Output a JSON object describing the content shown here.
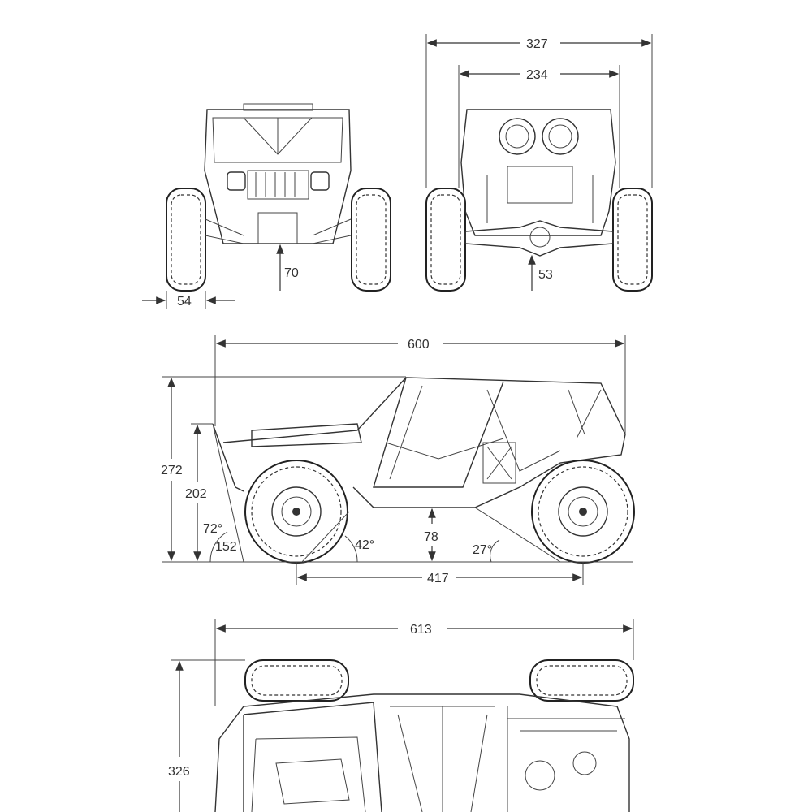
{
  "front_view": {
    "ground_clearance": "70",
    "tire_width": "54"
  },
  "rear_view": {
    "overall_width": "327",
    "track_width": "234",
    "ground_clearance": "53"
  },
  "side_view": {
    "overall_length": "600",
    "overall_height": "272",
    "cage_height": "202",
    "approach_angle": "72°",
    "front_overhang": "152",
    "breakover_angle": "42°",
    "belly_clearance": "78",
    "departure_angle": "27°",
    "wheelbase": "417"
  },
  "top_view": {
    "overall_length": "613",
    "overall_width": "326"
  }
}
